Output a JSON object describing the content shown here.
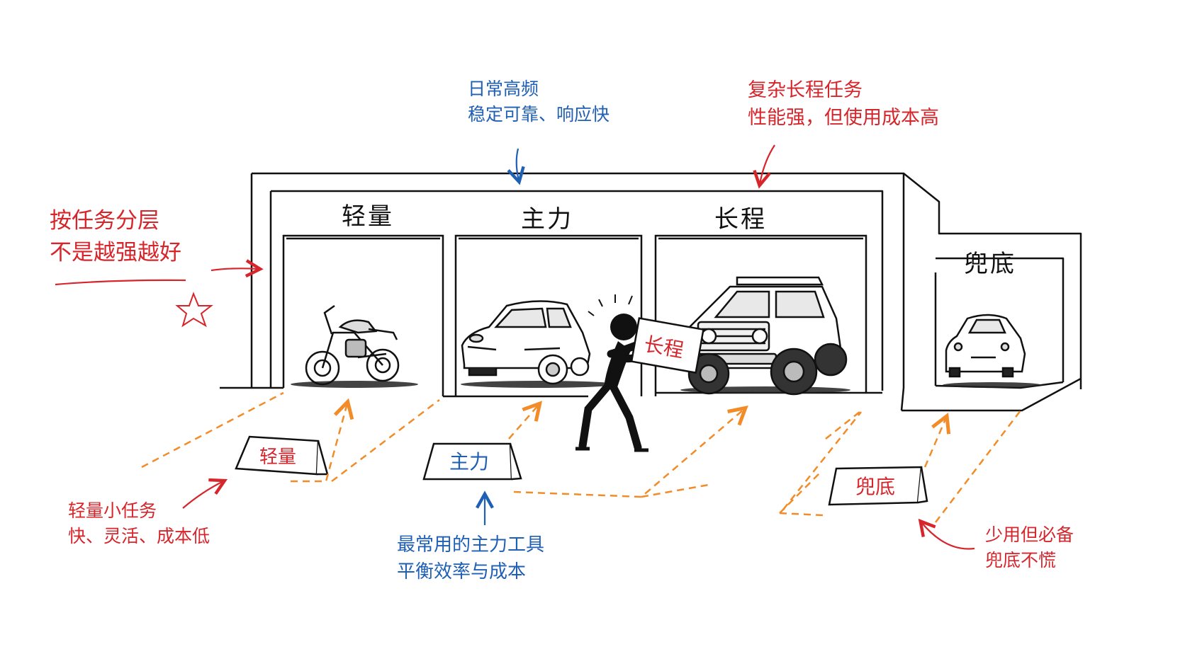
{
  "notes": {
    "top_left": {
      "line1": "按任务分层",
      "line2": "不是越强越好"
    },
    "top_center": {
      "line1": "日常高频",
      "line2": "稳定可靠、响应快"
    },
    "top_right": {
      "line1": "复杂长程任务",
      "line2": "性能强，但使用成本高"
    },
    "bottom_left": {
      "line1": "轻量小任务",
      "line2": "快、灵活、成本低"
    },
    "bottom_center": {
      "line1": "最常用的主力工具",
      "line2": "平衡效率与成本"
    },
    "bottom_right": {
      "line1": "少用但必备",
      "line2": "兜底不慌"
    }
  },
  "bays": {
    "light": "轻量",
    "main": "主力",
    "long": "长程",
    "fallback": "兜底"
  },
  "signs": {
    "light": "轻量",
    "main": "主力",
    "fallback": "兜底",
    "held": "长程"
  },
  "colors": {
    "red": "#d6262c",
    "blue": "#1f5fb4",
    "orange": "#f28c28",
    "ink": "#111111"
  },
  "icons": [
    "motorcycle-icon",
    "hatchback-car-icon",
    "offroad-suv-icon",
    "mini-car-icon",
    "stick-figure-icon",
    "star-icon"
  ]
}
